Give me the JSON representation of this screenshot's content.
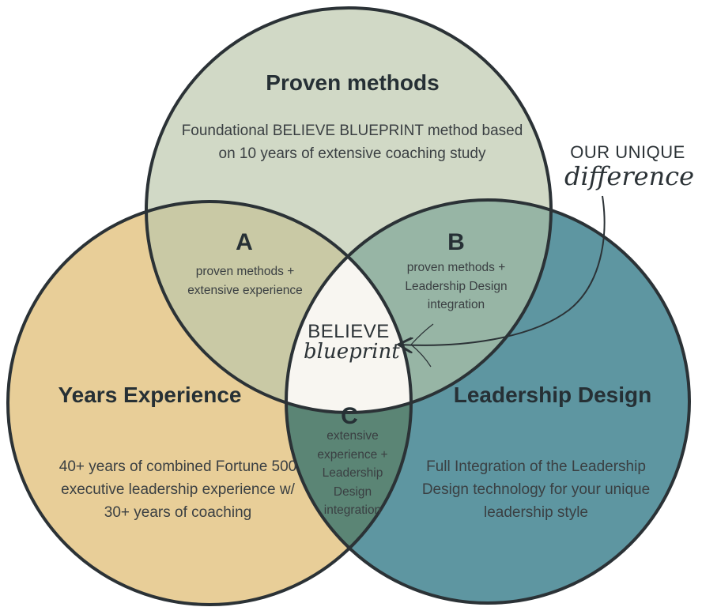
{
  "circles": {
    "proven_methods": {
      "title": "Proven methods",
      "text": "Foundational BELIEVE BLUEPRINT method based on 10 years of extensive coaching study",
      "color": "#d1d9c6"
    },
    "years_experience": {
      "title": "Years Experience",
      "text": "40+ years of combined Fortune 500 executive leadership experience w/ 30+ years of coaching",
      "color": "#e8ce98"
    },
    "leadership_design": {
      "title": "Leadership Design",
      "text": "Full Integration of the Leadership Design technology for your unique leadership style",
      "color": "#5e96a1"
    }
  },
  "overlaps": {
    "a": {
      "letter": "A",
      "text": "proven methods + extensive experience",
      "color": "#c9c9a5"
    },
    "b": {
      "letter": "B",
      "text": "proven methods + Leadership Design integration",
      "color": "#97b5a5"
    },
    "c": {
      "letter": "C",
      "text": "extensive experience + Leadership Design integration",
      "color": "#5b8575"
    }
  },
  "center": {
    "title": "BELIEVE",
    "script": "blueprint",
    "color": "#f8f6f1"
  },
  "callout": {
    "line1": "OUR UNIQUE",
    "line2": "difference"
  },
  "outline_color": "#2b3236"
}
